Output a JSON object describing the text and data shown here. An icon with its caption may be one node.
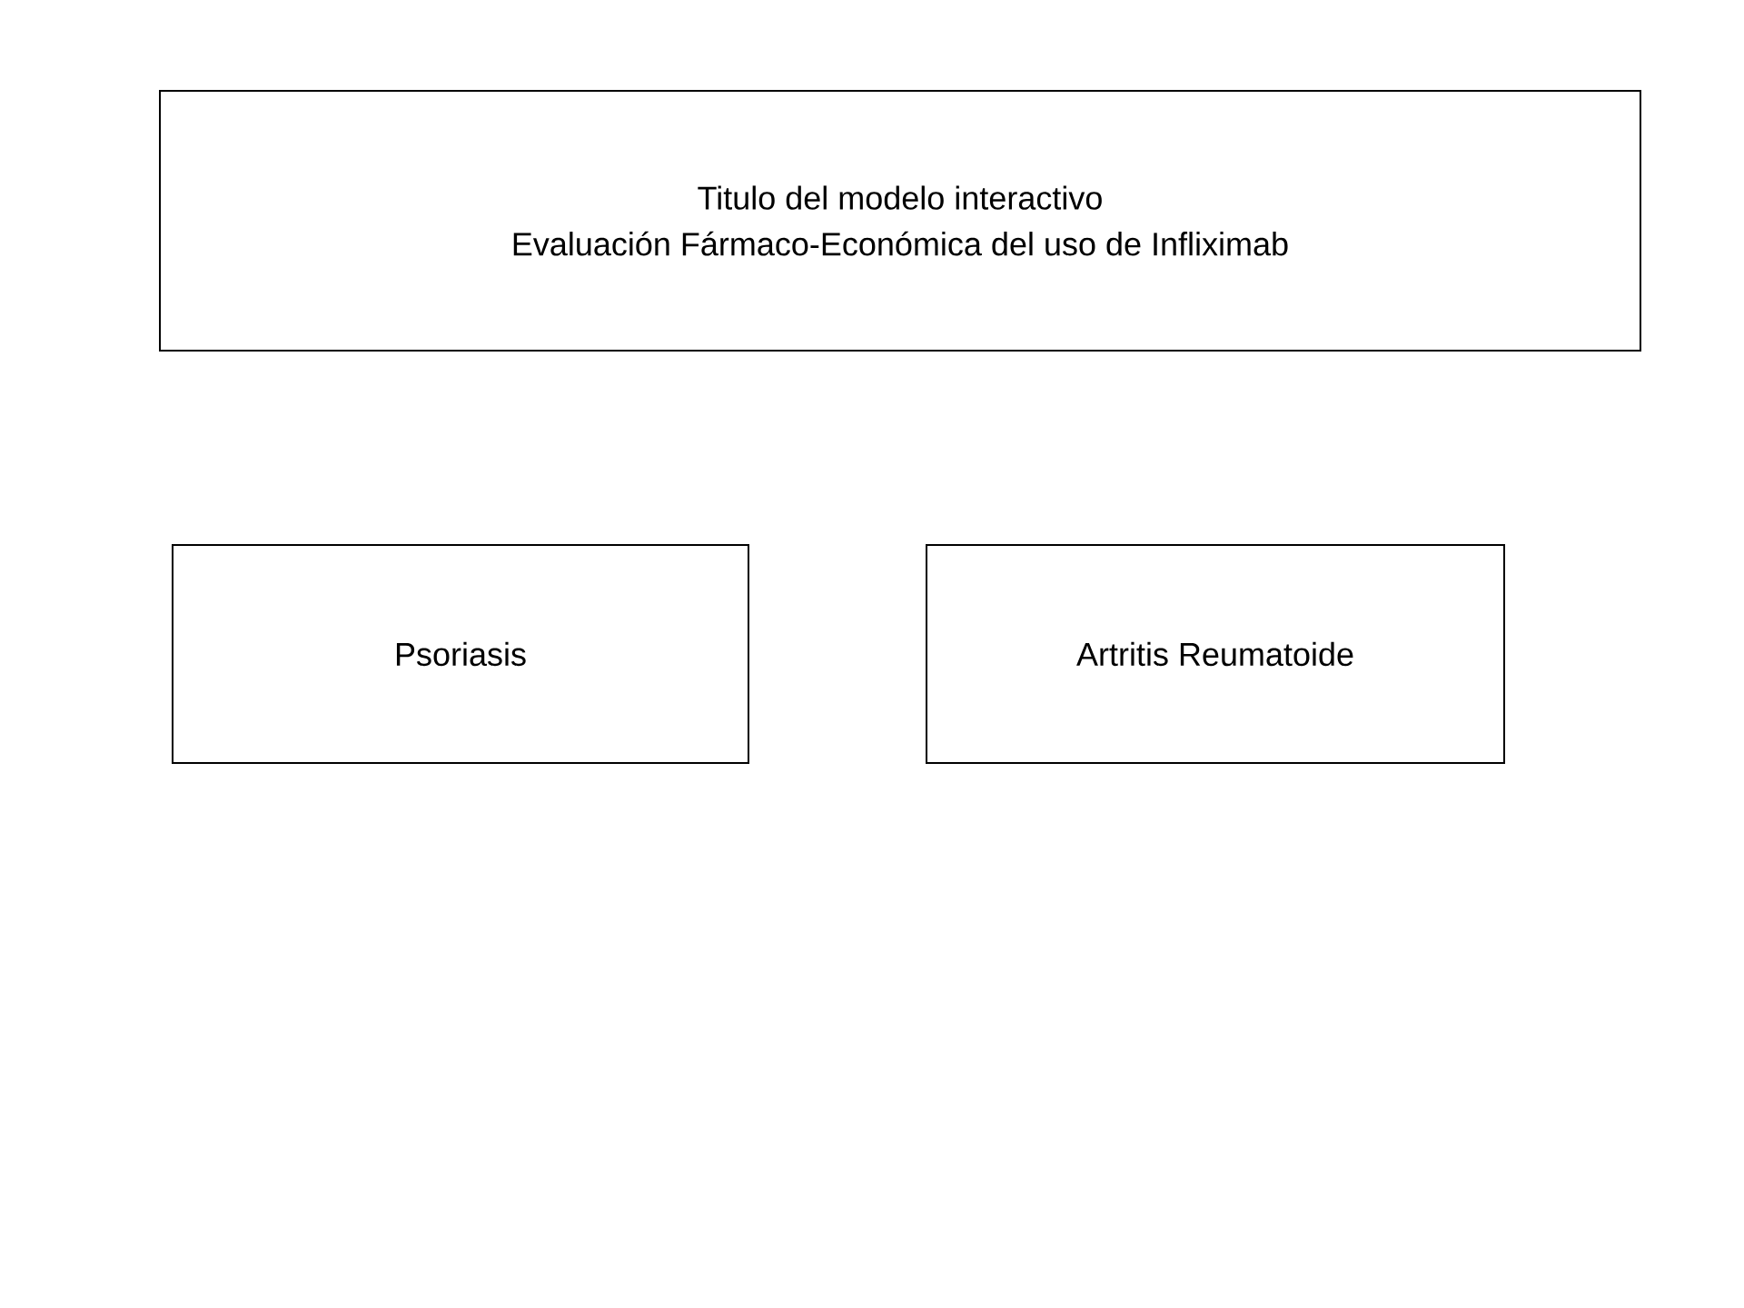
{
  "diagram": {
    "nodes": [
      {
        "text": [
          "Titulo del modelo interactivo",
          "Evaluación Fármaco-Económica del uso de Infliximab"
        ]
      },
      {
        "text": [
          "Psoriasis"
        ]
      },
      {
        "text": [
          "Artritis Reumatoide"
        ]
      }
    ]
  }
}
